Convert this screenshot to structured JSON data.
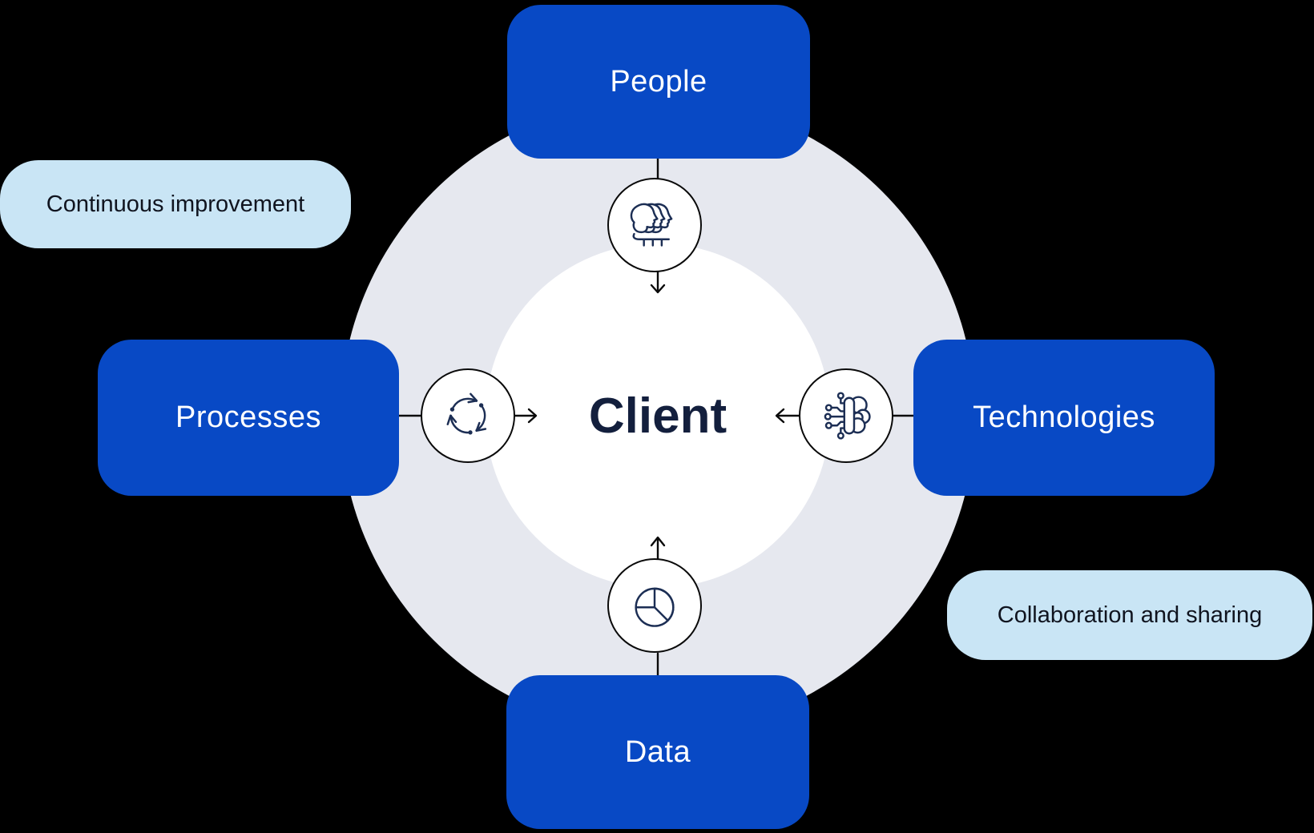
{
  "center": {
    "label": "Client"
  },
  "nodes": {
    "top": {
      "label": "People",
      "icon": "people-icon"
    },
    "right": {
      "label": "Technologies",
      "icon": "ai-brain-icon"
    },
    "bottom": {
      "label": "Data",
      "icon": "pie-chart-icon"
    },
    "left": {
      "label": "Processes",
      "icon": "cycle-icon"
    }
  },
  "pills": {
    "top_left": {
      "label": "Continuous improvement"
    },
    "bottom_right": {
      "label": "Collaboration and sharing"
    }
  },
  "colors": {
    "node_blue": "#0849C5",
    "node_text": "#FFFFFF",
    "pill_blue": "#C9E5F5",
    "pill_text": "#10141F",
    "ring_gray": "#E6E8EF",
    "inner_circle": "#FFFFFF",
    "icon_navy": "#1C2E54",
    "center_text": "#131F3D",
    "connector": "#0A0A0A",
    "background": "#000000"
  }
}
